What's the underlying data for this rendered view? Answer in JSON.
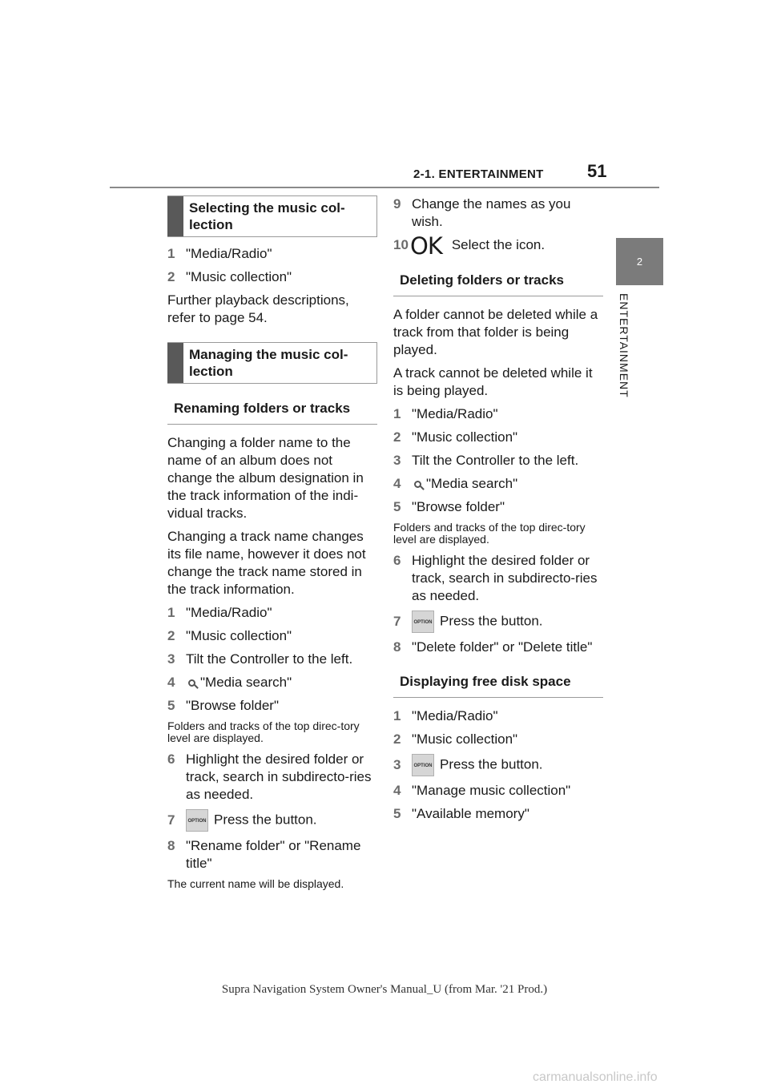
{
  "header": {
    "section": "2-1. ENTERTAINMENT",
    "page_number": "51"
  },
  "side_tab": {
    "chapter_number": "2",
    "chapter_label": "ENTERTAINMENT"
  },
  "left": {
    "h_selecting": "Selecting the music col-lection",
    "sel_s1": "\"Media/Radio\"",
    "sel_s2": "\"Music collection\"",
    "sel_note": "Further playback descriptions, refer to page 54.",
    "h_managing": "Managing the music col-lection",
    "h_renaming": "Renaming folders or tracks",
    "ren_p1": "Changing a folder name to the name of an album does not change the album designation in the track information of the indi-vidual tracks.",
    "ren_p2": "Changing a track name changes its file name, however it does not change the track name stored in the track information.",
    "ren_s1": "\"Media/Radio\"",
    "ren_s2": "\"Music collection\"",
    "ren_s3": "Tilt the Controller to the left.",
    "ren_s4": "\"Media search\"",
    "ren_s5": "\"Browse folder\"",
    "ren_small1": "Folders and tracks of the top direc-tory level are displayed.",
    "ren_s6": "Highlight the desired folder or track, search in subdirecto-ries as needed.",
    "ren_s7": "Press the button.",
    "ren_s8": "\"Rename folder\" or \"Rename title\"",
    "ren_small2": "The current name will be displayed."
  },
  "right": {
    "ren_s9": "Change the names as you wish.",
    "ren_s10": "Select the icon.",
    "ok_label": "OK",
    "h_deleting": "Deleting folders or tracks",
    "del_p1": "A folder cannot be deleted while a track from that folder is being played.",
    "del_p2": "A track cannot be deleted while it is being played.",
    "del_s1": "\"Media/Radio\"",
    "del_s2": "\"Music collection\"",
    "del_s3": "Tilt the Controller to the left.",
    "del_s4": "\"Media search\"",
    "del_s5": "\"Browse folder\"",
    "del_small": "Folders and tracks of the top direc-tory level are displayed.",
    "del_s6": "Highlight the desired folder or track, search in subdirecto-ries as needed.",
    "del_s7": "Press the button.",
    "del_s8": "\"Delete folder\" or \"Delete title\"",
    "h_disk": "Displaying free disk space",
    "disk_s1": "\"Media/Radio\"",
    "disk_s2": "\"Music collection\"",
    "disk_s3": "Press the button.",
    "disk_s4": "\"Manage music collection\"",
    "disk_s5": "\"Available memory\""
  },
  "option_button_label": "OPTION",
  "footer": "Supra Navigation System Owner's Manual_U (from Mar. '21 Prod.)",
  "watermark": "carmanualsonline.info",
  "icons": [
    "search-icon",
    "option-button-icon",
    "ok-icon"
  ]
}
